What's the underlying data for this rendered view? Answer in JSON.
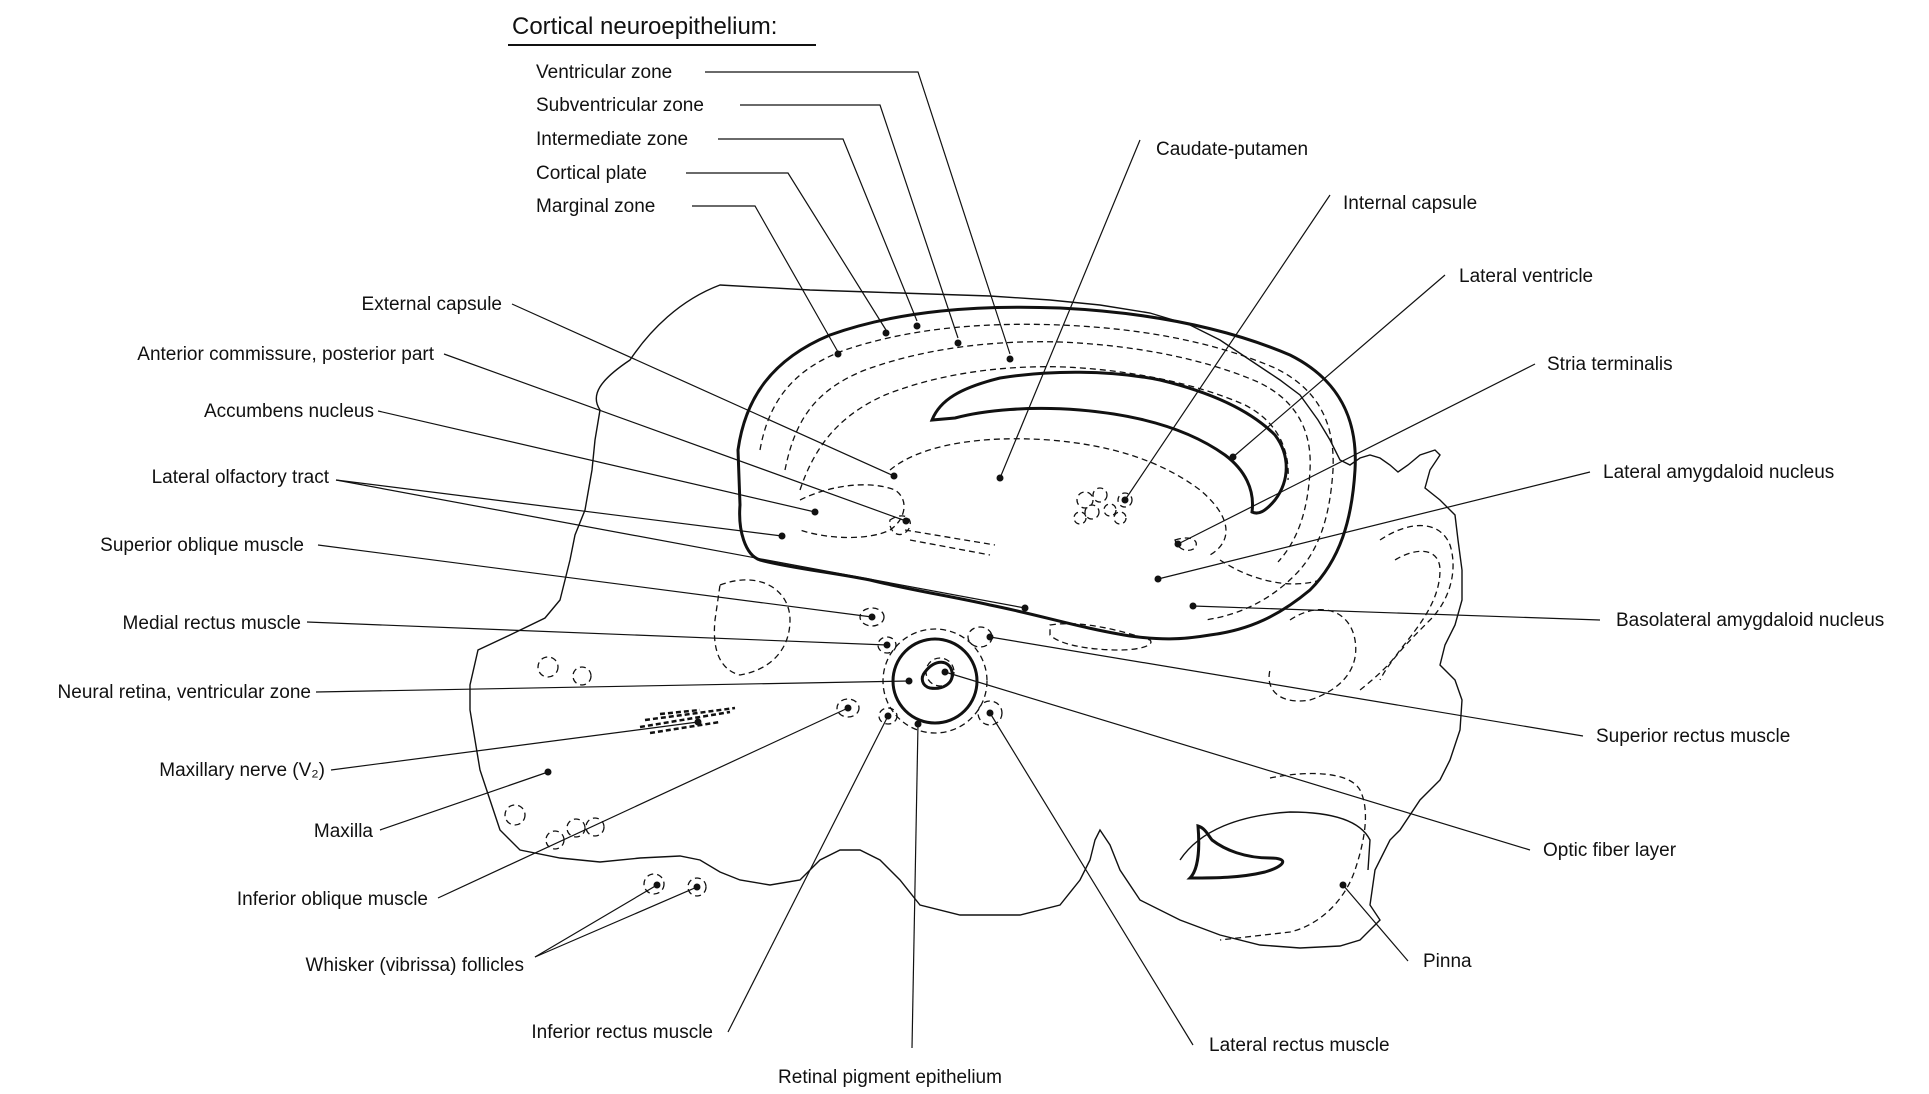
{
  "heading": "Cortical neuroepithelium:",
  "labels": {
    "ventricular_zone": "Ventricular zone",
    "subventricular_zone": "Subventricular zone",
    "intermediate_zone": "Intermediate zone",
    "cortical_plate": "Cortical plate",
    "marginal_zone": "Marginal zone",
    "external_capsule": "External capsule",
    "anterior_commissure": "Anterior commissure, posterior part",
    "accumbens_nucleus": "Accumbens nucleus",
    "lateral_olfactory_tract": "Lateral olfactory tract",
    "superior_oblique_muscle": "Superior oblique muscle",
    "medial_rectus_muscle": "Medial rectus muscle",
    "neural_retina": "Neural retina, ventricular zone",
    "maxillary_nerve": "Maxillary nerve (V₂)",
    "maxilla": "Maxilla",
    "inferior_oblique_muscle": "Inferior oblique muscle",
    "whisker_follicles": "Whisker (vibrissa) follicles",
    "inferior_rectus_muscle": "Inferior rectus muscle",
    "retinal_pigment_epithelium": "Retinal pigment epithelium",
    "lateral_rectus_muscle": "Lateral rectus muscle",
    "pinna": "Pinna",
    "optic_fiber_layer": "Optic fiber layer",
    "superior_rectus_muscle": "Superior rectus muscle",
    "basolateral_amygdaloid_nucleus": "Basolateral amygdaloid nucleus",
    "lateral_amygdaloid_nucleus": "Lateral amygdaloid nucleus",
    "stria_terminalis": "Stria terminalis",
    "lateral_ventricle": "Lateral ventricle",
    "internal_capsule": "Internal capsule",
    "caudate_putamen": "Caudate-putamen"
  }
}
